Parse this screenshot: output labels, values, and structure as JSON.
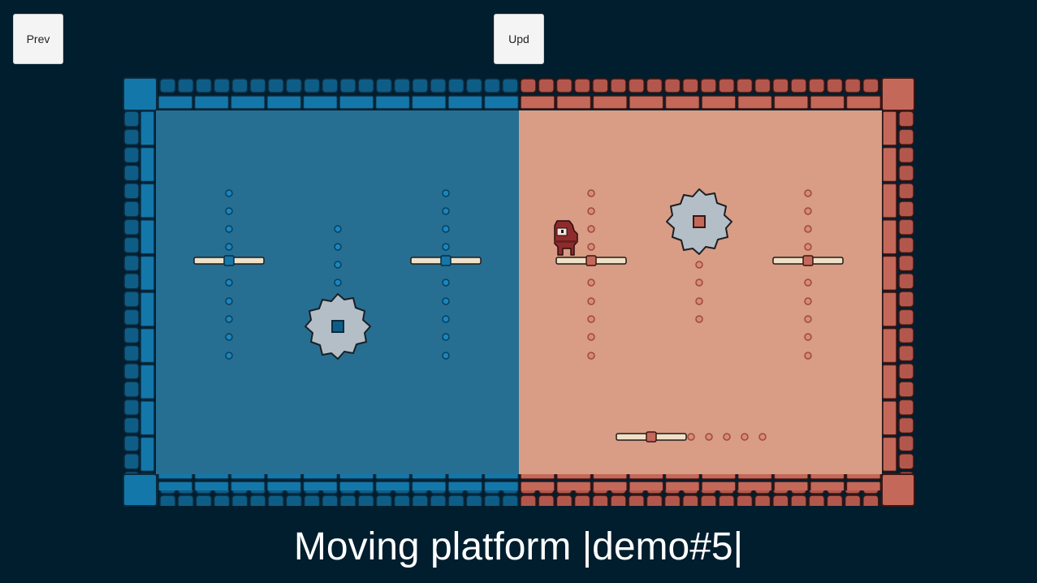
{
  "controls": {
    "prev_label": "Prev",
    "upd_label": "Upd"
  },
  "caption": "Moving platform |demo#5|",
  "colors": {
    "page_bg": "#001e2e",
    "blue_bg": "#266f92",
    "blue_wall": "#0e5d86",
    "blue_wall_dark": "#0a3f5e",
    "blue_wall_light": "#1a86be",
    "red_bg": "#d99c85",
    "red_wall": "#b3574c",
    "red_wall_dark": "#8a3f37",
    "red_wall_light": "#cc7060",
    "platform": "#efe1c8",
    "saw": "#b4bec6",
    "character": "#8e2c2c"
  },
  "icons": {
    "saw_blade": "spinning-saw-blade-icon",
    "character": "hooded-red-character-icon",
    "platform": "moving-platform-icon"
  }
}
